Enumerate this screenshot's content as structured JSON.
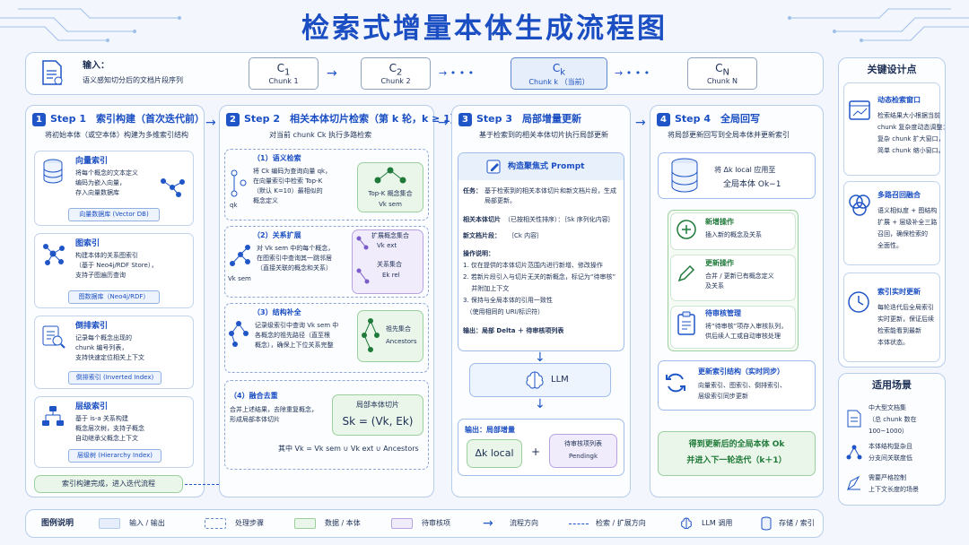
{
  "title": "检索式增量本体生成流程图",
  "input": {
    "label": "输入：",
    "desc": "语义感知切分后的文档片段序列"
  },
  "chunks": [
    {
      "name": "C1",
      "sub": "Chunk 1"
    },
    {
      "name": "C2",
      "sub": "Chunk 2"
    },
    {
      "name": "Ck",
      "sub": "Chunk k （当前）"
    },
    {
      "name": "CN",
      "sub": "Chunk N"
    }
  ],
  "step1": {
    "num": "1",
    "title": "Step 1　索引构建（首次迭代前）",
    "sub": "将初始本体（或空本体）构建为多维索引结构",
    "items": [
      {
        "title": "向量索引",
        "lines": [
          "将每个概念的文本定义",
          "编码为嵌入向量，",
          "存入向量数据库"
        ],
        "tag": "向量数据库 (Vector DB)"
      },
      {
        "title": "图索引",
        "lines": [
          "构建本体的关系图索引",
          "（基于 Neo4j/RDF Store），",
          "支持子图遍历查询"
        ],
        "tag": "图数据库（Neo4j/RDF）"
      },
      {
        "title": "倒排索引",
        "lines": [
          "记录每个概念出现的",
          "chunk 编号列表，",
          "支持快速定位相关上下文"
        ],
        "tag": "倒排索引 (Inverted Index)"
      },
      {
        "title": "层级索引",
        "lines": [
          "基于 is-a 关系构建",
          "概念层次树，支持子概念",
          "自动继承父概念上下文"
        ],
        "tag": "层级树 (Hierarchy Index)"
      }
    ],
    "done": "索引构建完成，进入迭代流程"
  },
  "step2": {
    "num": "2",
    "title": "Step 2　相关本体切片检索（第 k 轮，k ≥ 1）",
    "sub": "对当前 chunk Ck 执行多路检索",
    "s1": {
      "title": "（1）语义检索",
      "lines": [
        "将 Ck 编码为查询向量 qk，",
        "在向量索引中检索 Top-K",
        "（默认 K=10）最相似的",
        "概念定义"
      ],
      "q": "qk",
      "box": "Top-K 概念集合",
      "v": "Vk sem"
    },
    "s2": {
      "title": "（2）关系扩展",
      "lines": [
        "对 Vk sem 中的每个概念，",
        "在图索引中查询其一跳邻居",
        "（直接关联的概念和关系）"
      ],
      "vv": "Vk sem",
      "b1": "扩展概念集合",
      "b1v": "Vk ext",
      "b2": "关系集合",
      "b2v": "Ek rel"
    },
    "s3": {
      "title": "（3）结构补全",
      "lines": [
        "记录级索引中查询 Vk sem 中",
        "各概念的祖先路径（直至根",
        "概念），确保上下位关系完整"
      ],
      "box": "祖先集合",
      "boxv": "Ancestors"
    },
    "s4": {
      "title": "（4）融合去重",
      "lines": [
        "合并上述结果，去除重复概念，",
        "形成局部本体切片"
      ],
      "box": "局部本体切片",
      "formula": "Sk = (Vk, Ek)",
      "eq": "其中 Vk = Vk sem ∪ Vk ext ∪ Ancestors"
    }
  },
  "step3": {
    "num": "3",
    "title": "Step 3　局部增量更新",
    "sub": "基于检索到的相关本体切片执行局部更新",
    "prompt": "构造聚焦式 Prompt",
    "task_l": "任务：",
    "task": "基于检索到的相关本体切片和新文档片段，生成局部更新。",
    "slice_l": "相关本体切片",
    "slice": "（已按相关性排序）：｛Sk 序列化内容｝",
    "doc_l": "新文档片段：",
    "doc": "｛Ck 内容｝",
    "req_l": "操作说明：",
    "reqs": [
      "1. 仅在提供的本体切片范围内进行新增、修改操作",
      "2. 若新片段引入与切片无关的新概念，标记为“待审核”",
      "　 并附加上下文",
      "3. 保持与全局本体的引用一致性",
      "　（使用相同的 URI/标识符）"
    ],
    "out": "输出：局部 Delta ＋ 待审核项列表",
    "llm": "LLM",
    "res_l": "输出：局部增量",
    "delta": "Δk local",
    "plus": "+",
    "pend": "待审核项列表",
    "pendv": "Pendingk"
  },
  "step4": {
    "num": "4",
    "title": "Step 4　全局回写",
    "sub": "将局部更新回写到全局本体并更新索引",
    "db1": "将 Δk local 应用至",
    "db2": "全局本体 Ok−1",
    "ops": [
      {
        "t": "新增操作",
        "d": [
          "插入新的概念及关系"
        ]
      },
      {
        "t": "更新操作",
        "d": [
          "合并 / 更新已有概念定义",
          "及关系"
        ]
      },
      {
        "t": "待审核管理",
        "d": [
          "将“待审核”项存入审核队列，",
          "供后续人工或自动审核处理"
        ]
      }
    ],
    "sync": {
      "t": "更新索引结构（实时同步）",
      "d": [
        "向量索引、图索引、倒排索引、",
        "层级索引同步更新"
      ]
    },
    "res": [
      "得到更新后的全局本体 Ok",
      "并进入下一轮迭代（k＋1）"
    ]
  },
  "side": {
    "title": "关键设计点",
    "items": [
      {
        "t": "动态检索窗口",
        "d": [
          "检索结果大小根据当前",
          "chunk 复杂度动态调整：",
          "复杂 chunk 扩大窗口，",
          "简单 chunk 缩小窗口。"
        ]
      },
      {
        "t": "多路召回融合",
        "d": [
          "语义相似度 + 图结构",
          "扩展 + 层级补全三路",
          "召回，确保检索的",
          "全面性。"
        ]
      },
      {
        "t": "索引实时更新",
        "d": [
          "每轮迭代后全局索引",
          "实时更新，保证后续",
          "检索能看到最新",
          "本体状态。"
        ]
      }
    ],
    "scene_title": "适用场景",
    "scenes": [
      [
        "中大型文档集",
        "（总 chunk 数在",
        "100~1000）"
      ],
      [
        "本体结构复杂且",
        "分支间关联度低"
      ],
      [
        "需要严格控制",
        "上下文长度的场景"
      ]
    ]
  },
  "legend": {
    "title": "图例说明",
    "items": [
      "输入 / 输出",
      "处理步骤",
      "数据 / 本体",
      "待审核项",
      "流程方向",
      "检索 / 扩展方向",
      "LLM 调用",
      "存储 / 索引"
    ]
  }
}
